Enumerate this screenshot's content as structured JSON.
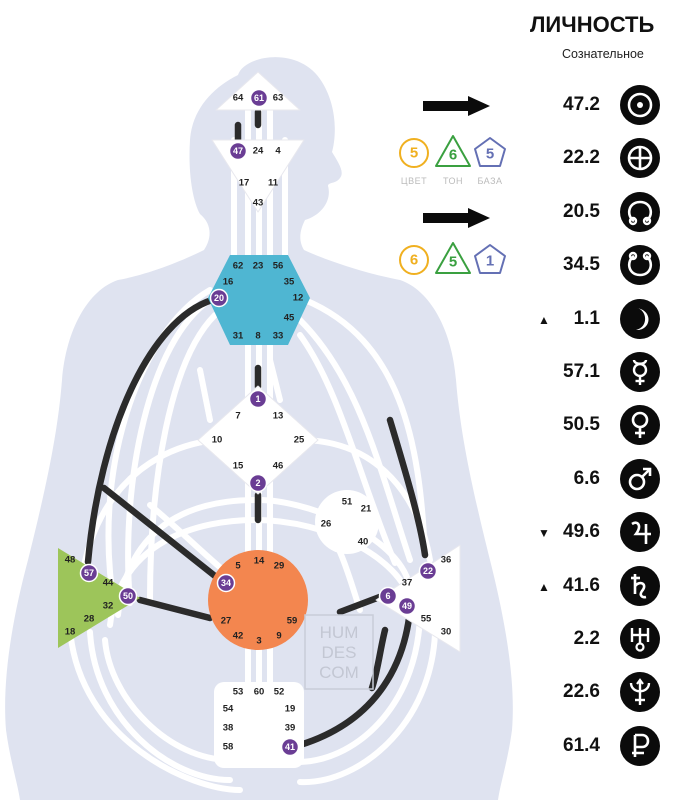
{
  "panel": {
    "title": "ЛИЧНОСТЬ",
    "subtitle": "Сознательное",
    "rows": [
      {
        "value": "47.2",
        "arrow": "",
        "icon": "sun-icon"
      },
      {
        "value": "22.2",
        "arrow": "",
        "icon": "earth-icon"
      },
      {
        "value": "20.5",
        "arrow": "",
        "icon": "north-node-icon"
      },
      {
        "value": "34.5",
        "arrow": "",
        "icon": "south-node-icon"
      },
      {
        "value": "1.1",
        "arrow": "▲",
        "icon": "moon-icon"
      },
      {
        "value": "57.1",
        "arrow": "",
        "icon": "mercury-icon"
      },
      {
        "value": "50.5",
        "arrow": "",
        "icon": "venus-icon"
      },
      {
        "value": "6.6",
        "arrow": "",
        "icon": "mars-icon"
      },
      {
        "value": "49.6",
        "arrow": "▼",
        "icon": "jupiter-icon"
      },
      {
        "value": "41.6",
        "arrow": "▲",
        "icon": "saturn-icon"
      },
      {
        "value": "2.2",
        "arrow": "",
        "icon": "uranus-icon"
      },
      {
        "value": "22.6",
        "arrow": "",
        "icon": "neptune-icon"
      },
      {
        "value": "61.4",
        "arrow": "",
        "icon": "pluto-icon"
      }
    ]
  },
  "variables": {
    "labels": [
      "ЦВЕТ",
      "ТОН",
      "БАЗА"
    ],
    "top": {
      "color": "5",
      "tone": "6",
      "base": "5"
    },
    "bottom": {
      "color": "6",
      "tone": "5",
      "base": "1"
    }
  },
  "watermark": [
    "HUM",
    "DES",
    "COM"
  ],
  "colors": {
    "silhouette": "#dfe3f0",
    "head_center": "#ffffff",
    "throat_center": "#4fb6d2",
    "sacral_center": "#f3864f",
    "spleen_center": "#9dc55a",
    "active_gate": "#6a3d94",
    "channel": "#2b2b2b",
    "variable_color": "#f0b020",
    "variable_tone": "#3aa040",
    "variable_base": "#6470b4"
  },
  "centers": [
    {
      "name": "head",
      "gates": [
        "64",
        "61",
        "63"
      ]
    },
    {
      "name": "ajna",
      "gates": [
        "47",
        "24",
        "4",
        "17",
        "11",
        "43"
      ]
    },
    {
      "name": "throat",
      "gates": [
        "62",
        "23",
        "56",
        "16",
        "35",
        "20",
        "12",
        "45",
        "31",
        "8",
        "33"
      ]
    },
    {
      "name": "g",
      "gates": [
        "1",
        "7",
        "13",
        "10",
        "25",
        "15",
        "46",
        "2"
      ]
    },
    {
      "name": "heart",
      "gates": [
        "51",
        "21",
        "26",
        "40"
      ]
    },
    {
      "name": "sacral",
      "gates": [
        "5",
        "14",
        "29",
        "34",
        "27",
        "59",
        "42",
        "3",
        "9"
      ]
    },
    {
      "name": "spleen",
      "gates": [
        "48",
        "57",
        "44",
        "50",
        "32",
        "28",
        "18"
      ]
    },
    {
      "name": "solar-plexus",
      "gates": [
        "36",
        "22",
        "37",
        "6",
        "49",
        "55",
        "30"
      ]
    },
    {
      "name": "root",
      "gates": [
        "53",
        "60",
        "52",
        "54",
        "19",
        "38",
        "39",
        "58",
        "41"
      ]
    }
  ],
  "active_gates": [
    "61",
    "47",
    "20",
    "1",
    "2",
    "34",
    "57",
    "50",
    "22",
    "6",
    "49",
    "41"
  ]
}
